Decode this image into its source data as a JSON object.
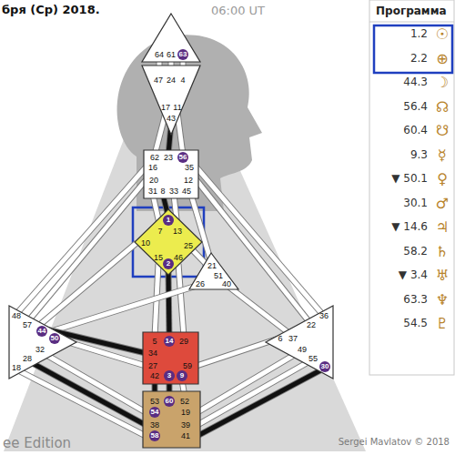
{
  "diagram": {
    "nodes": [
      {
        "text": [
          "64",
          "61",
          "63"
        ]
      },
      {
        "text": [
          "47",
          "24",
          "4",
          "17",
          "11",
          "43"
        ]
      },
      {
        "text": [
          "62",
          "23",
          "56",
          "16",
          "35",
          "20",
          "12",
          "31",
          "8",
          "33",
          "45"
        ]
      },
      {
        "text": [
          "1",
          "7",
          "13",
          "10",
          "25",
          "15",
          "46",
          "2"
        ]
      },
      {
        "text": [
          "21",
          "51",
          "26",
          "40"
        ]
      },
      {
        "text": [
          "48",
          "57",
          "44",
          "50",
          "32",
          "28",
          "18"
        ]
      },
      {
        "text": [
          "36",
          "22",
          "6",
          "37",
          "49",
          "55",
          "30"
        ]
      },
      {
        "text": [
          "5",
          "14",
          "29",
          "34",
          "27",
          "59",
          "42",
          "3",
          "9"
        ]
      },
      {
        "text": [
          "53",
          "60",
          "52",
          "54",
          "19",
          "38",
          "39",
          "58",
          "41"
        ]
      }
    ],
    "edges": [
      {
        "from": 0,
        "to": 1,
        "arrow": "none"
      },
      {
        "from": 0,
        "to": 1,
        "arrow": "none"
      },
      {
        "from": 0,
        "to": 1,
        "arrow": "none"
      },
      {
        "from": 1,
        "to": 2,
        "arrow": "none"
      },
      {
        "from": 1,
        "to": 2,
        "arrow": "none"
      },
      {
        "from": 1,
        "to": 2,
        "arrow": "none"
      },
      {
        "from": 2,
        "to": 3,
        "arrow": "none"
      },
      {
        "from": 2,
        "to": 3,
        "arrow": "none"
      },
      {
        "from": 2,
        "to": 3,
        "arrow": "none"
      },
      {
        "from": 2,
        "to": 4,
        "arrow": "none"
      },
      {
        "from": 2,
        "to": 5,
        "arrow": "none"
      },
      {
        "from": 2,
        "to": 5,
        "arrow": "none"
      },
      {
        "from": 2,
        "to": 6,
        "arrow": "none"
      },
      {
        "from": 2,
        "to": 6,
        "arrow": "none"
      },
      {
        "from": 3,
        "to": 4,
        "arrow": "none"
      },
      {
        "from": 3,
        "to": 5,
        "arrow": "none"
      },
      {
        "from": 3,
        "to": 7,
        "arrow": "none"
      },
      {
        "from": 3,
        "to": 7,
        "arrow": "none"
      },
      {
        "from": 3,
        "to": 7,
        "arrow": "none"
      },
      {
        "from": 4,
        "to": 5,
        "arrow": "none"
      },
      {
        "from": 4,
        "to": 6,
        "arrow": "none"
      },
      {
        "from": 5,
        "to": 7,
        "arrow": "none"
      },
      {
        "from": 5,
        "to": 7,
        "arrow": "none"
      },
      {
        "from": 7,
        "to": 6,
        "arrow": "none"
      },
      {
        "from": 7,
        "to": 8,
        "arrow": "none"
      },
      {
        "from": 7,
        "to": 8,
        "arrow": "none"
      },
      {
        "from": 7,
        "to": 8,
        "arrow": "none"
      },
      {
        "from": 5,
        "to": 8,
        "arrow": "none"
      },
      {
        "from": 5,
        "to": 8,
        "arrow": "none"
      },
      {
        "from": 5,
        "to": 8,
        "arrow": "none"
      },
      {
        "from": 6,
        "to": 8,
        "arrow": "none"
      },
      {
        "from": 6,
        "to": 8,
        "arrow": "none"
      },
      {
        "from": 6,
        "to": 8,
        "arrow": "none"
      }
    ],
    "labels": [
      "бря (Ср) 2018.",
      "06:00 UT",
      "Программа",
      "1.2",
      "☉",
      "2.2",
      "⊕",
      "44.3",
      "☽",
      "56.4",
      "☊",
      "60.4",
      "☋",
      "9.3",
      "☿",
      "▼ 50.1",
      "♀",
      "30.1",
      "♂",
      "▼ 14.6",
      "♃",
      "58.2",
      "♄",
      "▼ 3.4",
      "♅",
      "63.3",
      "♆",
      "54.5",
      "♇",
      "Sergei Mavlatov © 2018",
      "ee Edition"
    ]
  }
}
